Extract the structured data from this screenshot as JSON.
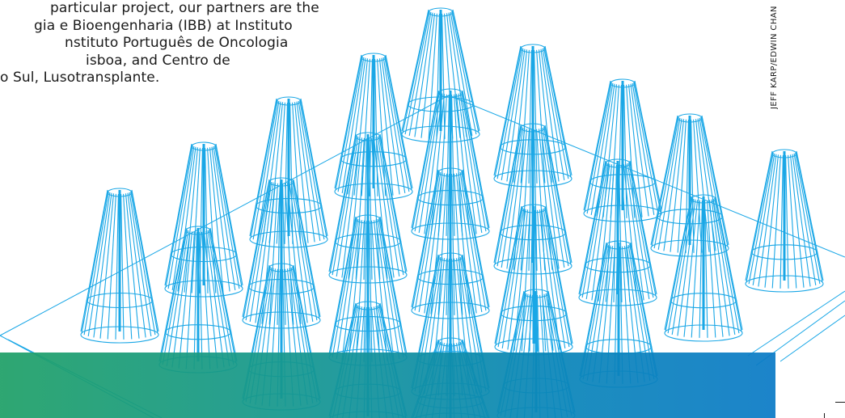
{
  "article": {
    "intro_lines": [
      " particular project, our partners are the",
      "gia e Bioengenharia (IBB) at Instituto",
      "nstituto Português de Oncologia",
      "isboa, and Centro de",
      "o Sul, Lusotransplante."
    ]
  },
  "illustration": {
    "subject": "array of wireframe cone structures on a platform",
    "line_color": "#1aa7e6",
    "credit": "JEFF KARP/EDWIN CHAN"
  },
  "band": {
    "colors": [
      "#1fa067",
      "#0b7bc6"
    ]
  }
}
